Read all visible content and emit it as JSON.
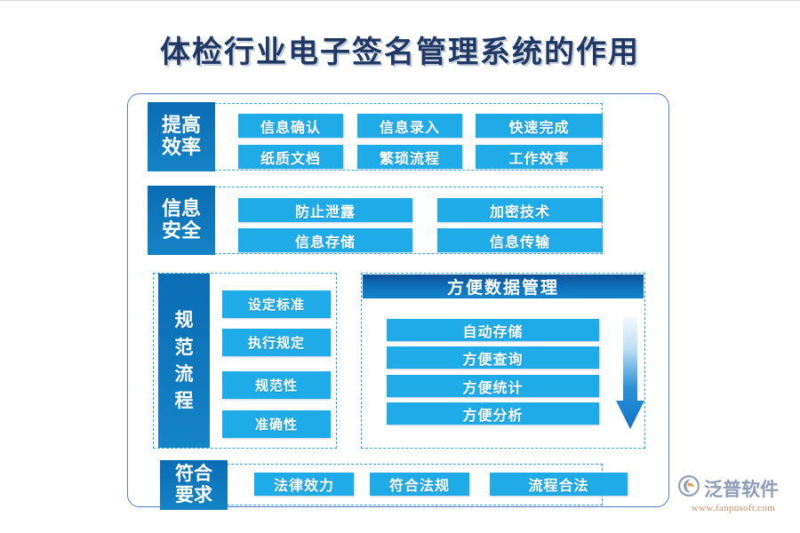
{
  "page": {
    "title": "体检行业电子签名管理系统的作用",
    "background_color": "#ffffff",
    "title_color": "#1f3864",
    "accent_dark": "#0b6cb4",
    "accent_light": "#1eabe8",
    "frame_border_color": "#5b7ad0",
    "dashed_border_color": "#2fa8e8"
  },
  "sections": [
    {
      "id": "sec1",
      "label_lines": [
        "提高",
        "效率"
      ],
      "items": [
        "信息确认",
        "信息录入",
        "快速完成",
        "纸质文档",
        "繁琐流程",
        "工作效率"
      ]
    },
    {
      "id": "sec2",
      "label_lines": [
        "信息",
        "安全"
      ],
      "items": [
        "防止泄露",
        "加密技术",
        "信息存储",
        "信息传输"
      ]
    },
    {
      "id": "sec3a",
      "label_lines": [
        "规",
        "范",
        "流",
        "程"
      ],
      "items": [
        "设定标准",
        "执行规定",
        "规范性",
        "准确性"
      ]
    },
    {
      "id": "sec3b",
      "panel_title": "方便数据管理",
      "items": [
        "自动存储",
        "方便查询",
        "方便统计",
        "方便分析"
      ],
      "arrow": "down-arrow-icon"
    },
    {
      "id": "sec4",
      "label_lines": [
        "符合",
        "要求"
      ],
      "items": [
        "法律效力",
        "符合法规",
        "流程合法"
      ]
    }
  ],
  "logo": {
    "name": "泛普软件",
    "url": "www.fanpusoft.com",
    "icon": "fanpu-logo-icon",
    "text_color": "#8f9cb5",
    "url_color": "#d0906a"
  }
}
